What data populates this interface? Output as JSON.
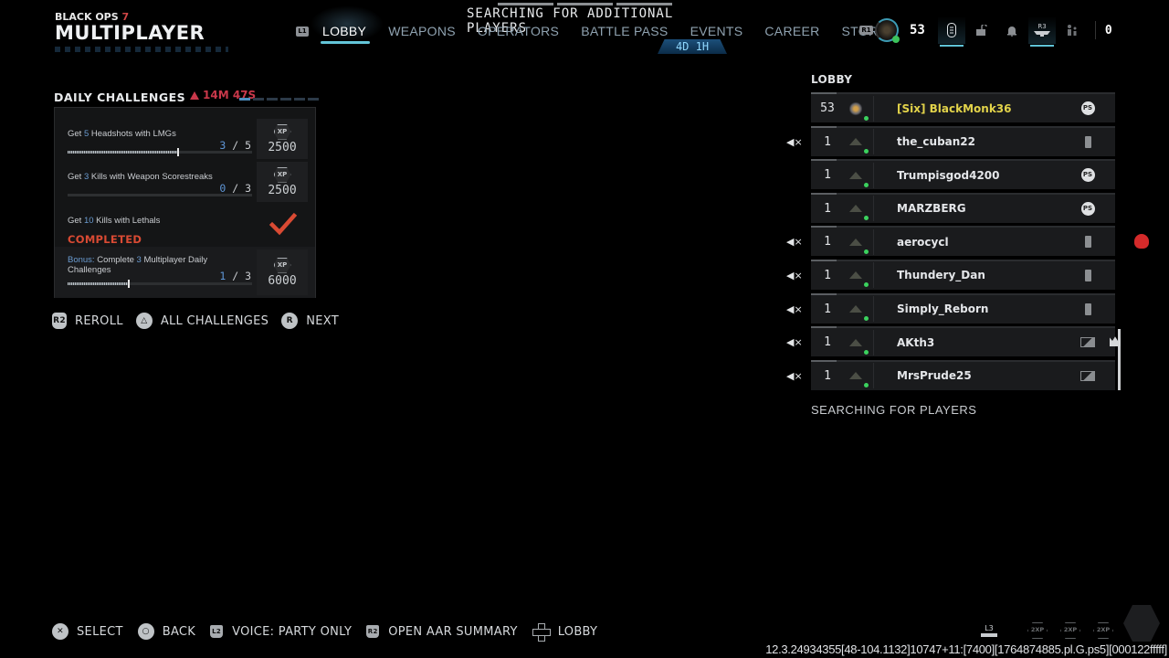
{
  "header": {
    "brand_top": "BLACK OPS",
    "brand_number": "7",
    "brand_main": "MULTIPLAYER",
    "status_banner": "SEARCHING FOR ADDITIONAL PLAYERS",
    "nav_prev_button": "L1",
    "nav_next_button": "R1",
    "tabs": [
      {
        "label": "LOBBY",
        "active": true
      },
      {
        "label": "WEAPONS",
        "active": false
      },
      {
        "label": "OPERATORS",
        "active": false
      },
      {
        "label": "BATTLE PASS",
        "active": false
      },
      {
        "label": "EVENTS",
        "active": false
      },
      {
        "label": "CAREER",
        "active": false
      },
      {
        "label": "STORE",
        "active": false
      }
    ],
    "event_timer": "4D 1H",
    "player_level": "53",
    "currency_count": "0",
    "hud_icons": [
      "social-icon",
      "unlock-icon",
      "notification-bell-icon",
      "r3-menu-icon",
      "party-icon"
    ],
    "r3_label": "R3"
  },
  "daily_challenges": {
    "title": "DAILY CHALLENGES",
    "timer": "14M 47S",
    "items": [
      {
        "prefix": "Get ",
        "highlight": "5",
        "suffix": " Headshots with LMGs",
        "current": "3",
        "total": "5",
        "progress": 0.6,
        "reward_icon": "XP",
        "reward": "2500"
      },
      {
        "prefix": "Get ",
        "highlight": "3",
        "suffix": " Kills with Weapon Scorestreaks",
        "current": "0",
        "total": "3",
        "progress": 0,
        "reward_icon": "XP",
        "reward": "2500"
      },
      {
        "prefix": "Get ",
        "highlight": "10",
        "suffix": " Kills with Lethals",
        "status": "COMPLETED"
      }
    ],
    "bonus": {
      "label": "Bonus:",
      "prefix": " Complete ",
      "highlight": "3",
      "suffix": " Multiplayer Daily Challenges",
      "current": "1",
      "total": "3",
      "progress": 0.33,
      "reward_icon": "XP",
      "reward": "6000"
    },
    "actions": [
      {
        "glyph": "R2",
        "label": "REROLL"
      },
      {
        "glyph": "△",
        "label": "ALL CHALLENGES"
      },
      {
        "glyph": "R",
        "label": "NEXT"
      }
    ]
  },
  "lobby": {
    "title": "LOBBY",
    "players": [
      {
        "level": "53",
        "name": "[Six] BlackMonk36",
        "platform": "playstation",
        "is_self": true,
        "muted": false
      },
      {
        "level": "1",
        "name": "the_cuban22",
        "platform": "xbox",
        "is_self": false,
        "muted": true
      },
      {
        "level": "1",
        "name": "Trumpisgod4200",
        "platform": "playstation",
        "is_self": false,
        "muted": false
      },
      {
        "level": "1",
        "name": "MARZBERG",
        "platform": "playstation",
        "is_self": false,
        "muted": false
      },
      {
        "level": "1",
        "name": "aerocycl",
        "platform": "xbox",
        "is_self": false,
        "muted": true
      },
      {
        "level": "1",
        "name": "Thundery_Dan",
        "platform": "xbox",
        "is_self": false,
        "muted": true
      },
      {
        "level": "1",
        "name": "Simply_Reborn",
        "platform": "xbox",
        "is_self": false,
        "muted": true
      },
      {
        "level": "1",
        "name": "AKth3",
        "platform": "pc",
        "is_self": false,
        "muted": true
      },
      {
        "level": "1",
        "name": "MrsPrude25",
        "platform": "pc",
        "is_self": false,
        "muted": true
      }
    ],
    "status": "SEARCHING FOR PLAYERS",
    "platform_glyphs": {
      "playstation": "PS",
      "xbox": "",
      "pc": ""
    },
    "mute_glyph": "◀×"
  },
  "footer": {
    "actions": [
      {
        "glyph": "✕",
        "label": "SELECT"
      },
      {
        "glyph": "○",
        "label": "BACK"
      },
      {
        "glyph": "L2",
        "label": "VOICE: PARTY ONLY"
      },
      {
        "glyph": "R2",
        "label": "OPEN AAR SUMMARY"
      },
      {
        "glyph": "dpad",
        "label": "LOBBY"
      }
    ],
    "l3_label": "L3",
    "double_xp_tokens": [
      "2XP",
      "2XP",
      "2XP"
    ],
    "build_string": "12.3.24934355[48-104.1132]10747+11:[7400][1764874885.pl.G.ps5][000122fffff]"
  },
  "colors": {
    "accent_cyan": "#63c5d8",
    "self_name_yellow": "#e2d34a",
    "completed_red": "#d94a33",
    "timer_red": "#c9384a",
    "highlight_blue": "#6a9bd0",
    "online_green": "#3bd25e"
  }
}
